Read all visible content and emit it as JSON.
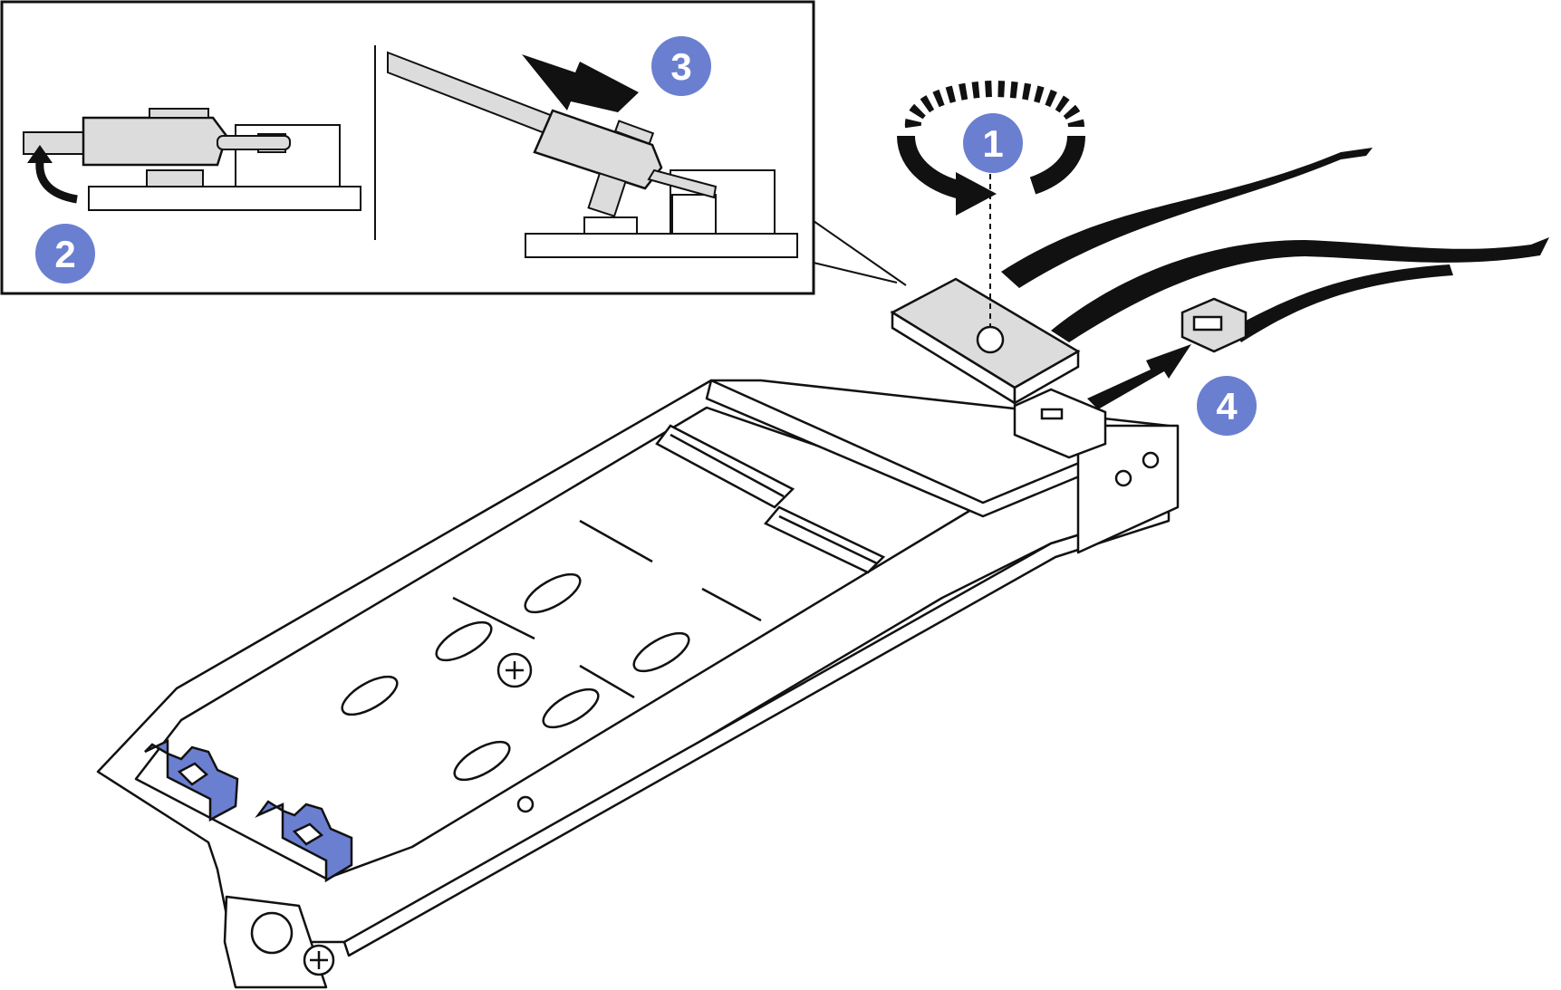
{
  "diagram": {
    "steps": [
      {
        "number": "1",
        "action": "loosen-screw"
      },
      {
        "number": "2",
        "action": "lift-cable-end"
      },
      {
        "number": "3",
        "action": "pull-cable-out"
      },
      {
        "number": "4",
        "action": "disconnect-power-cable"
      }
    ],
    "colors": {
      "badge": "#6b7fd1",
      "clip": "#6b7fd1",
      "cable": "#111111",
      "metal": "#ffffff",
      "connector_fill": "#dcdcdc",
      "line": "#111111"
    },
    "icons": [
      "rotation-arrow-icon",
      "pull-arrow-icon",
      "lift-arrow-icon",
      "screw-icon"
    ]
  }
}
